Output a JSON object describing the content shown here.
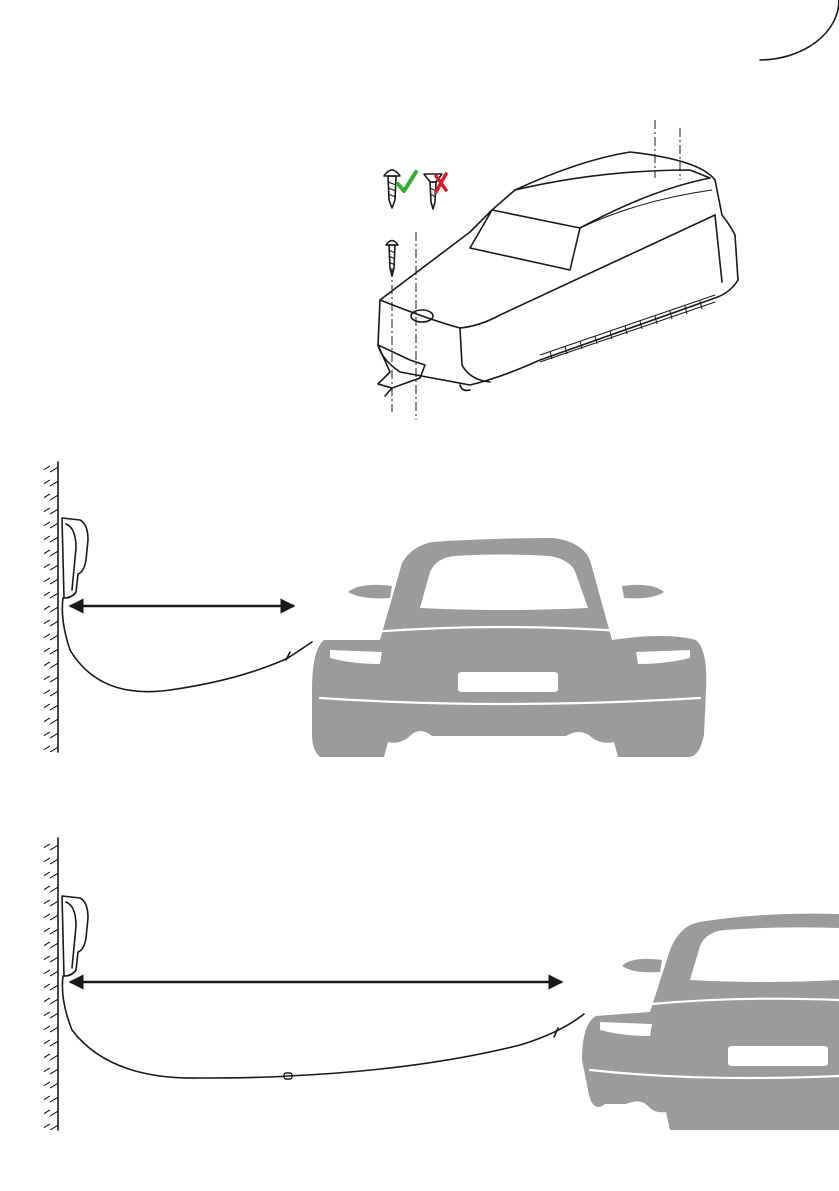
{
  "page": {
    "marker_color": "#1a1a1a",
    "car_color": "#9b9b9b",
    "check_color": "#3aaa35",
    "cross_color": "#d4202a"
  },
  "icons": {
    "page_corner": "quarter-circle-arc",
    "correct_screw": "pan-head-screw-icon",
    "wrong_screw": "countersunk-screw-icon",
    "check": "check-icon",
    "cross": "cross-icon"
  },
  "figures": [
    {
      "id": "mounting",
      "description_icon": "wall-charger-housing"
    },
    {
      "id": "short-distance",
      "arrow": "double-arrow-short"
    },
    {
      "id": "long-distance",
      "arrow": "double-arrow-long"
    }
  ]
}
